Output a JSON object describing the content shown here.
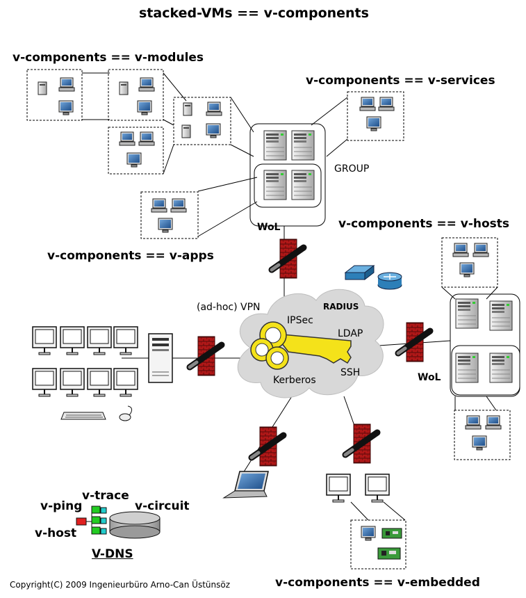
{
  "title": "stacked-VMs == v-components",
  "labels": {
    "modules": "v-components == v-modules",
    "services": "v-components == v-services",
    "group": "GROUP",
    "apps": "v-components == v-apps",
    "wol_top": "WoL",
    "hosts": "v-components ==  v-hosts",
    "vpn": "(ad-hoc) VPN",
    "radius": "RADIUS",
    "ipsec": "IPSec",
    "ldap": "LDAP",
    "ssh": "SSH",
    "kerberos": "Kerberos",
    "wol_right": "WoL",
    "vtrace": "v-trace",
    "vping": "v-ping",
    "vcircuit": "v-circuit",
    "vhost": "v-host",
    "vdns": "V-DNS",
    "embedded": "v-components ==  v-embedded",
    "copyright": "Copyright(C) 2009 Ingenieurbüro Arno-Can Üstünsöz"
  },
  "icons": [
    "server-icon",
    "workstation-icon",
    "monitor-icon",
    "firewall-icon",
    "key-icon",
    "cloud-icon",
    "switch-icon",
    "router-icon",
    "laptop-icon",
    "keyboard-icon",
    "mouse-icon",
    "database-icon",
    "circuit-board-icon"
  ],
  "colors": {
    "firewall": "#b01818",
    "key": "#f2e21a",
    "cloud": "#d6d6d6",
    "switch": "#2d7fb8",
    "vhost": "#e02020",
    "vping": "#22cc22",
    "vtrace": "#22cccc"
  }
}
